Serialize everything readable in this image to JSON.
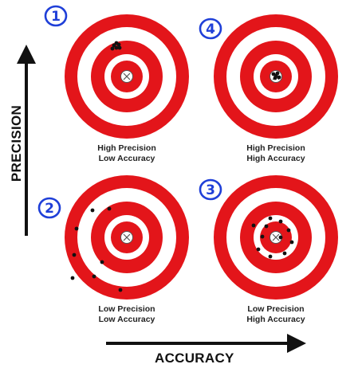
{
  "colors": {
    "ring_red": "#e3151a",
    "ring_white": "#ffffff",
    "hit": "#111111",
    "marker_blue": "#1f3fd8",
    "arrow": "#111111"
  },
  "axes": {
    "y_label": "PRECISION",
    "x_label": "ACCURACY"
  },
  "targets": [
    {
      "id": "t1",
      "marker": "1",
      "line1": "High Precision",
      "line2": "Low Accuracy"
    },
    {
      "id": "t2",
      "marker": "4",
      "line1": "High Precision",
      "line2": "High Accuracy"
    },
    {
      "id": "t3",
      "marker": "2",
      "line1": "Low Precision",
      "line2": "Low Accuracy"
    },
    {
      "id": "t4",
      "marker": "3",
      "line1": "Low Precision",
      "line2": "High Accuracy"
    }
  ]
}
